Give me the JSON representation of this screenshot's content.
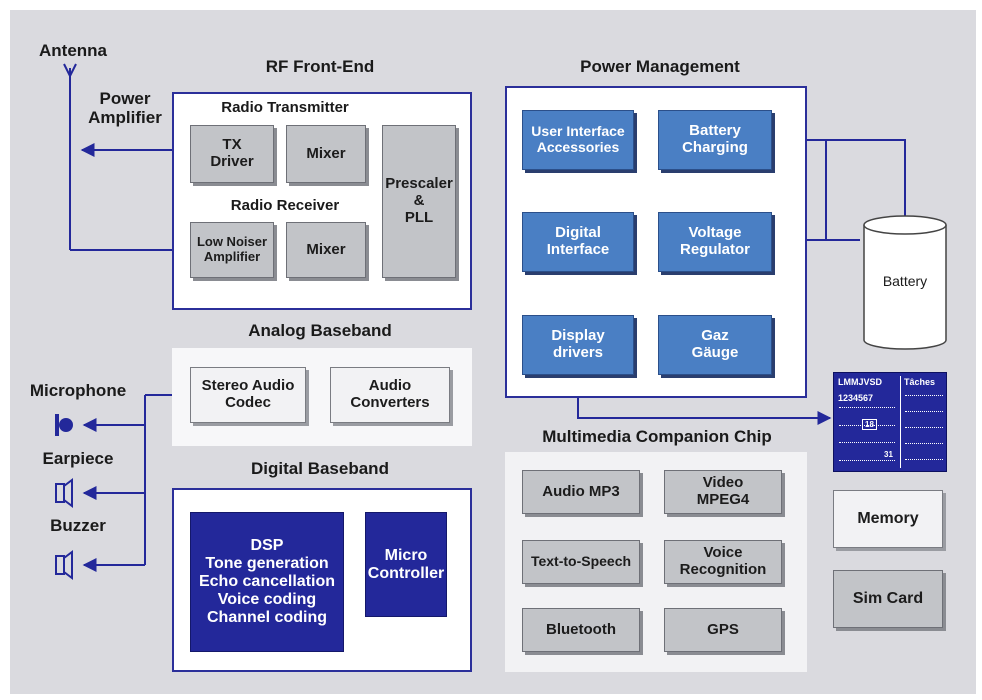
{
  "labels": {
    "antenna": "Antenna",
    "power_amplifier": "Power\nAmplifier",
    "microphone": "Microphone",
    "earpiece": "Earpiece",
    "buzzer": "Buzzer",
    "battery": "Battery"
  },
  "rf_front_end": {
    "title": "RF Front-End",
    "transmitter_title": "Radio Transmitter",
    "receiver_title": "Radio Receiver",
    "tx_driver": "TX\nDriver",
    "tx_mixer": "Mixer",
    "lna": "Low Noiser\nAmplifier",
    "rx_mixer": "Mixer",
    "prescaler": "Prescaler\n&\nPLL"
  },
  "analog_baseband": {
    "title": "Analog Baseband",
    "codec": "Stereo Audio\nCodec",
    "converters": "Audio\nConverters"
  },
  "digital_baseband": {
    "title": "Digital Baseband",
    "dsp": "DSP\nTone generation\nEcho cancellation\nVoice coding\nChannel coding",
    "micro": "Micro\nController"
  },
  "power_management": {
    "title": "Power Management",
    "ui": "User Interface\nAccessories",
    "battery_charging": "Battery\nCharging",
    "digital_interface": "Digital\nInterface",
    "voltage_regulator": "Voltage\nRegulator",
    "display_drivers": "Display\ndrivers",
    "gauge": "Gaz\nGäuge"
  },
  "multimedia": {
    "title": "Multimedia Companion Chip",
    "audio_mp3": "Audio MP3",
    "video": "Video\nMPEG4",
    "tts": "Text-to-Speech",
    "voice_recognition": "Voice\nRecognition",
    "bluetooth": "Bluetooth",
    "gps": "GPS"
  },
  "display": {
    "days": "LMMJVSD",
    "tasks": "Tâches",
    "numbers": "1234567",
    "day_mark": "18",
    "date_mark": "31"
  },
  "side": {
    "memory": "Memory",
    "sim": "Sim Card"
  },
  "colors": {
    "line_blue": "#23289a",
    "pm_blue": "#4a7fc4",
    "background": "#dadadf"
  }
}
